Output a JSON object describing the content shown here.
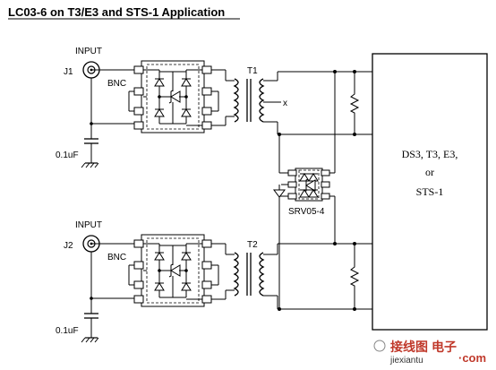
{
  "title": "LC03-6 on T3/E3 and STS-1 Application",
  "channels": [
    {
      "jack": "J1",
      "input": "INPUT",
      "bnc": "BNC",
      "cap": "0.1uF",
      "transformer": "T1"
    },
    {
      "jack": "J2",
      "input": "INPUT",
      "bnc": "BNC",
      "cap": "0.1uF",
      "transformer": "T2"
    }
  ],
  "protector": "SRV05-4",
  "no_connect": "x",
  "device": {
    "line1": "DS3,  T3,  E3,",
    "line2": "or",
    "line3": "STS-1"
  },
  "watermark": {
    "brand": "接线图",
    "suffix": "·com",
    "url": "jiexiantu",
    "tag": "电子"
  }
}
